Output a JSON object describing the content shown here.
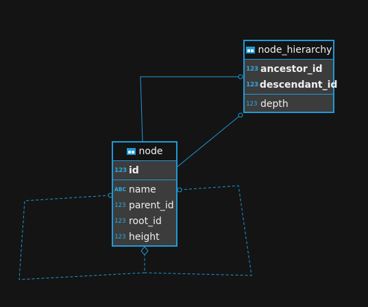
{
  "colors": {
    "background": "#141414",
    "accent": "#1f9bd8",
    "body": "#3c3c3c",
    "text": "#f0f0f0"
  },
  "entities": {
    "node_hierarchy": {
      "name": "node_hierarchy",
      "icon": "table-icon",
      "keys": [
        {
          "type": "123",
          "name": "ancestor_id"
        },
        {
          "type": "123",
          "name": "descendant_id"
        }
      ],
      "fields": [
        {
          "type": "123",
          "name": "depth"
        }
      ]
    },
    "node": {
      "name": "node",
      "icon": "table-icon",
      "keys": [
        {
          "type": "123",
          "name": "id"
        }
      ],
      "fields": [
        {
          "type": "ABC",
          "name": "name"
        },
        {
          "type": "123",
          "name": "parent_id"
        },
        {
          "type": "123",
          "name": "root_id"
        },
        {
          "type": "123",
          "name": "height"
        }
      ]
    }
  },
  "relationships": [
    {
      "from": "node.id",
      "to": "node_hierarchy.ancestor_id",
      "style": "solid"
    },
    {
      "from": "node.id",
      "to": "node_hierarchy.descendant_id",
      "style": "solid"
    },
    {
      "from": "node.id",
      "to": "node.parent_id",
      "style": "dashed"
    },
    {
      "from": "node.id",
      "to": "node.root_id",
      "style": "dashed"
    }
  ]
}
